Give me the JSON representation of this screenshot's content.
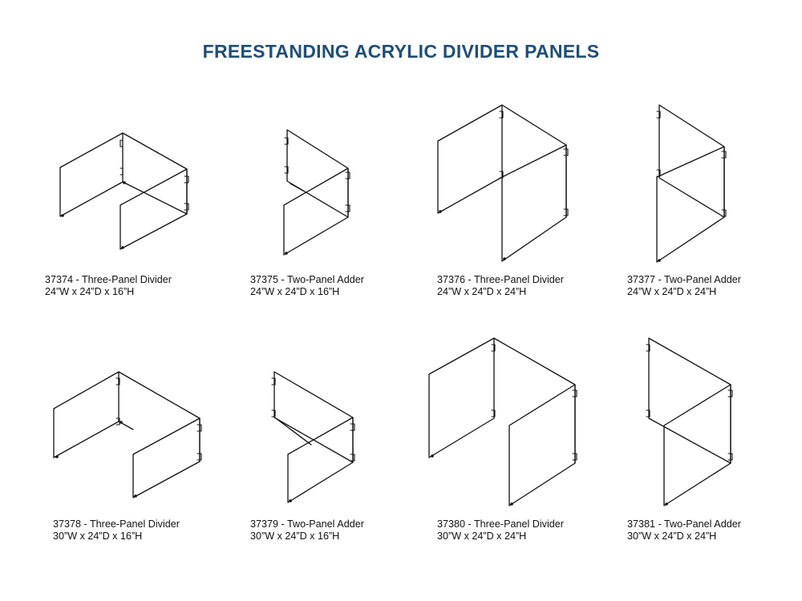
{
  "title": "FREESTANDING ACRYLIC DIVIDER PANELS",
  "products": [
    {
      "name": "37374 - Three-Panel Divider",
      "dims": "24”W x 24”D x 16”H"
    },
    {
      "name": "37375 - Two-Panel Adder",
      "dims": "24”W x 24”D x 16”H"
    },
    {
      "name": "37376 - Three-Panel Divider",
      "dims": "24”W x 24”D x 24”H"
    },
    {
      "name": "37377 - Two-Panel Adder",
      "dims": "24”W x 24”D x 24”H"
    },
    {
      "name": "37378 - Three-Panel Divider",
      "dims": "30”W x 24”D x 16”H"
    },
    {
      "name": "37379 - Two-Panel Adder",
      "dims": "30”W x 24”D x 16”H"
    },
    {
      "name": "37380 - Three-Panel Divider",
      "dims": "30”W x 24”D x 24”H"
    },
    {
      "name": "37381 - Two-Panel Adder",
      "dims": "30”W x 24”D x 24”H"
    }
  ]
}
